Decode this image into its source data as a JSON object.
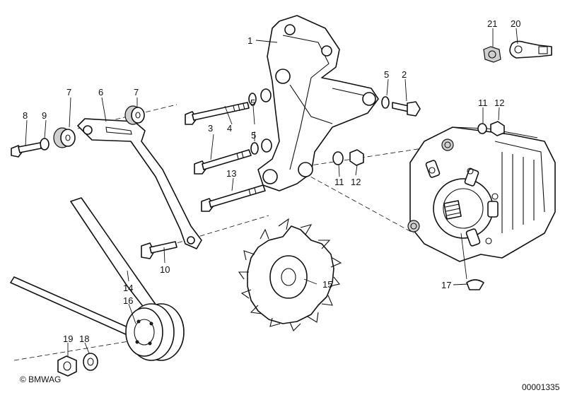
{
  "callouts": {
    "c1": "1",
    "c2": "2",
    "c3": "3",
    "c4": "4",
    "c5a": "5",
    "c5b": "5",
    "c5c": "5",
    "c6": "6",
    "c7a": "7",
    "c7b": "7",
    "c8": "8",
    "c9": "9",
    "c10": "10",
    "c11a": "11",
    "c11b": "11",
    "c12a": "12",
    "c12b": "12",
    "c13": "13",
    "c14": "14",
    "c15": "15",
    "c16": "16",
    "c17": "17",
    "c18": "18",
    "c19": "19",
    "c20": "20",
    "c21": "21"
  },
  "footer": {
    "copyright": "© BMWAG",
    "diagram_number": "00001335"
  },
  "colors": {
    "ink": "#111111",
    "background": "#ffffff"
  }
}
